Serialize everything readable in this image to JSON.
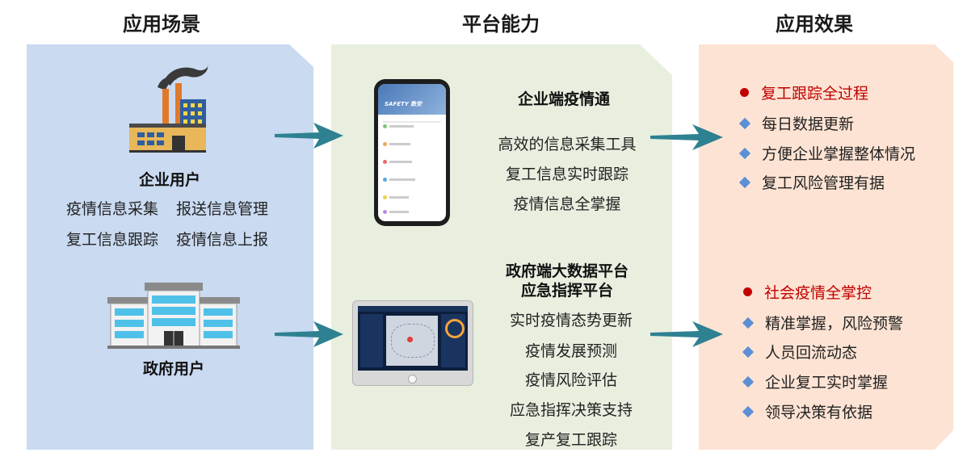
{
  "headers": {
    "scenario": "应用场景",
    "capability": "平台能力",
    "effect": "应用效果"
  },
  "enterprise": {
    "title": "企业用户",
    "items": [
      "疫情信息采集",
      "报送信息管理",
      "复工信息跟踪",
      "疫情信息上报"
    ]
  },
  "government": {
    "title": "政府用户"
  },
  "platform_enterprise": {
    "title": "企业端疫情通",
    "features": [
      "高效的信息采集工具",
      "复工信息实时跟踪",
      "疫情信息全掌握"
    ]
  },
  "platform_government": {
    "title_line1": "政府端大数据平台",
    "title_line2": "应急指挥平台",
    "features": [
      "实时疫情态势更新",
      "疫情发展预测",
      "疫情风险评估",
      "应急指挥决策支持",
      "复产复工跟踪"
    ]
  },
  "phone": {
    "brand": "SAFETY 数安"
  },
  "effect_enterprise": {
    "headline": "复工跟踪全过程",
    "items": [
      "每日数据更新",
      "方便企业掌握整体情况",
      "复工风险管理有据"
    ]
  },
  "effect_government": {
    "headline": "社会疫情全掌控",
    "items": [
      "精准掌握，风险预警",
      "人员回流动态",
      "企业复工实时掌握",
      "领导决策有依据"
    ]
  },
  "colors": {
    "panel_left": "#c9daf1",
    "panel_mid": "#e9efdf",
    "panel_right": "#fde3d3",
    "arrow": "#2e8191",
    "headline_red": "#c00000",
    "diamond_blue": "#5b8fd6"
  }
}
